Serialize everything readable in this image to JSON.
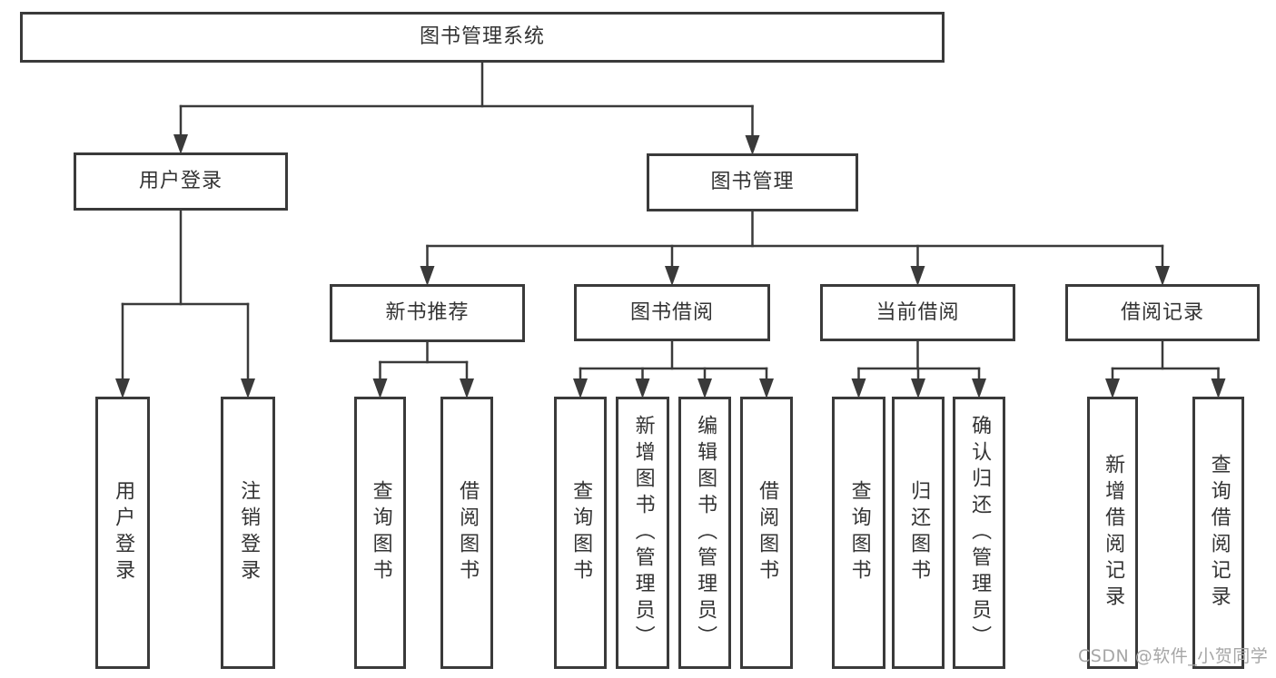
{
  "diagram": {
    "title": "图书管理系统",
    "line_color": "#3a3a3a",
    "text_color": "#333333",
    "box_fill": "#ffffff",
    "nodes": [
      {
        "id": "root",
        "label": "图书管理系统"
      },
      {
        "id": "user-login",
        "label": "用户登录"
      },
      {
        "id": "book-mgmt",
        "label": "图书管理"
      },
      {
        "id": "new-books",
        "label": "新书推荐"
      },
      {
        "id": "book-borrow",
        "label": "图书借阅"
      },
      {
        "id": "current-borrow",
        "label": "当前借阅"
      },
      {
        "id": "borrow-records",
        "label": "借阅记录"
      },
      {
        "id": "leaf-user-login",
        "label": "用户登录"
      },
      {
        "id": "leaf-logout",
        "label": "注销登录"
      },
      {
        "id": "leaf-query-book-1",
        "label": "查询图书"
      },
      {
        "id": "leaf-borrow-book-1",
        "label": "借阅图书"
      },
      {
        "id": "leaf-query-book-2",
        "label": "查询图书"
      },
      {
        "id": "leaf-add-book",
        "label": "新增图书（管理员）"
      },
      {
        "id": "leaf-edit-book",
        "label": "编辑图书（管理员）"
      },
      {
        "id": "leaf-borrow-book-2",
        "label": "借阅图书"
      },
      {
        "id": "leaf-query-book-3",
        "label": "查询图书"
      },
      {
        "id": "leaf-return-book",
        "label": "归还图书"
      },
      {
        "id": "leaf-confirm-return",
        "label": "确认归还（管理员）"
      },
      {
        "id": "leaf-add-borrow-record",
        "label": "新增借阅记录"
      },
      {
        "id": "leaf-query-borrow-record",
        "label": "查询借阅记录"
      }
    ],
    "edges": [
      {
        "from": "root",
        "to": "user-login"
      },
      {
        "from": "root",
        "to": "book-mgmt"
      },
      {
        "from": "user-login",
        "to": "leaf-user-login"
      },
      {
        "from": "user-login",
        "to": "leaf-logout"
      },
      {
        "from": "book-mgmt",
        "to": "new-books"
      },
      {
        "from": "book-mgmt",
        "to": "book-borrow"
      },
      {
        "from": "book-mgmt",
        "to": "current-borrow"
      },
      {
        "from": "book-mgmt",
        "to": "borrow-records"
      },
      {
        "from": "new-books",
        "to": "leaf-query-book-1"
      },
      {
        "from": "new-books",
        "to": "leaf-borrow-book-1"
      },
      {
        "from": "book-borrow",
        "to": "leaf-query-book-2"
      },
      {
        "from": "book-borrow",
        "to": "leaf-add-book"
      },
      {
        "from": "book-borrow",
        "to": "leaf-edit-book"
      },
      {
        "from": "book-borrow",
        "to": "leaf-borrow-book-2"
      },
      {
        "from": "current-borrow",
        "to": "leaf-query-book-3"
      },
      {
        "from": "current-borrow",
        "to": "leaf-return-book"
      },
      {
        "from": "current-borrow",
        "to": "leaf-confirm-return"
      },
      {
        "from": "borrow-records",
        "to": "leaf-add-borrow-record"
      },
      {
        "from": "borrow-records",
        "to": "leaf-query-borrow-record"
      }
    ]
  },
  "watermark": {
    "text": "CSDN @软件_小贺同学",
    "color": "#a6a6a6"
  }
}
